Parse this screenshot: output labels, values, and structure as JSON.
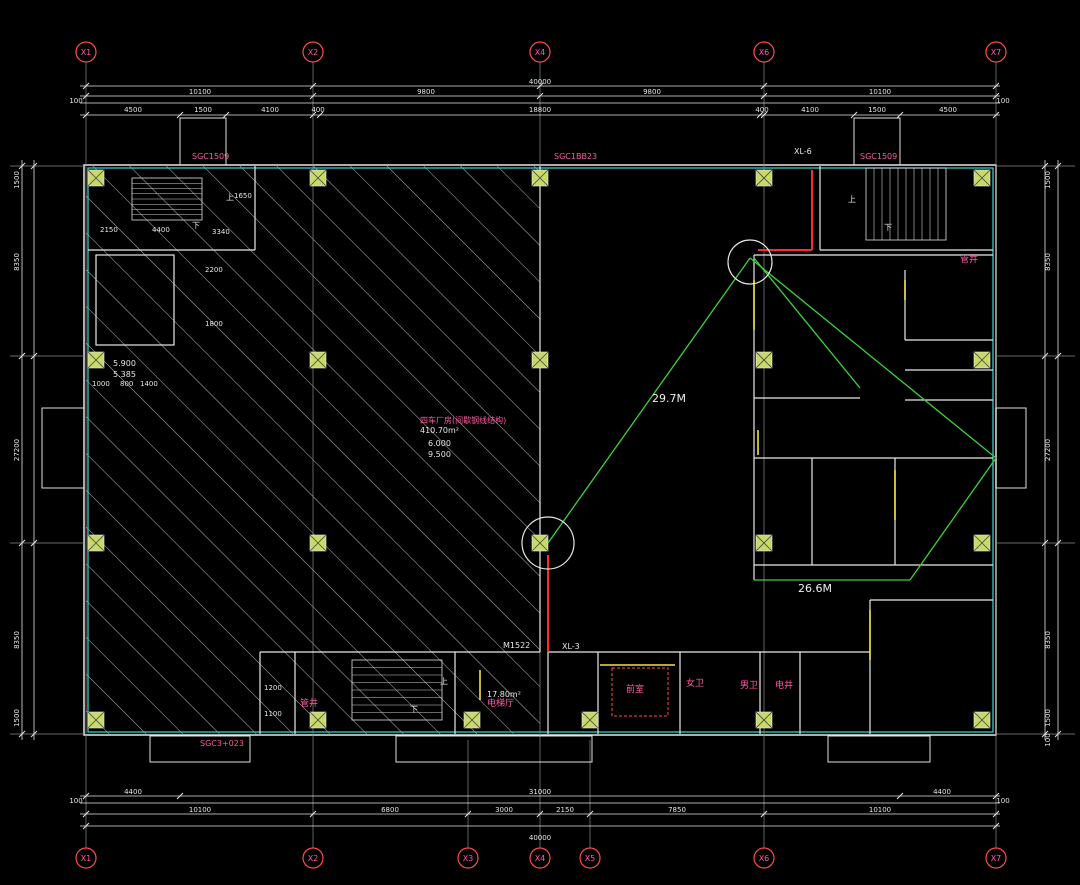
{
  "axes": {
    "top": [
      "X1",
      "X2",
      "X4",
      "X6",
      "X7"
    ],
    "bottom": [
      "X1",
      "X2",
      "X3",
      "X4",
      "X5",
      "X6",
      "X7"
    ]
  },
  "dims_top": {
    "overall": "40000",
    "row1": [
      "10100",
      "9800",
      "9800",
      "10100"
    ],
    "row2": [
      "4500",
      "1500",
      "4100",
      "400",
      "18800",
      "400",
      "4100",
      "1500",
      "4500"
    ],
    "edge": "100"
  },
  "dims_bottom": {
    "row1": [
      "4400",
      "31000",
      "4400"
    ],
    "row2": [
      "10100",
      "6800",
      "3000",
      "2150",
      "7850",
      "10100"
    ],
    "overall": "40000",
    "edge": "100"
  },
  "dims_left": [
    "1500",
    "8350",
    "27200",
    "8350",
    "1500"
  ],
  "dims_right": [
    "1500",
    "8350",
    "27200",
    "8350",
    "1500",
    "100"
  ],
  "labels": {
    "win_top_left": "SGC1509",
    "win_top_mid": "SGC1BB23",
    "win_top_right": "SGC1509",
    "win_bottom": "SGC3+023",
    "xl6": "XL-6",
    "xl3": "XL-3",
    "door_m1": "M1522",
    "hall_name": "四车厂房(间歇钢线结构)",
    "hall_area": "410.70m²",
    "hall_elev1": "6.000",
    "hall_elev2": "9.500",
    "lift_hall": "电梯厅",
    "lift_area": "17.80m²",
    "shaft": "前室",
    "well": "管井",
    "female_wc": "女卫",
    "male_wc": "男卫",
    "elec_well": "电井",
    "up": "上",
    "down": "下",
    "elev_left1": "5.900",
    "elev_left2": "5.385",
    "small_dims": [
      "1650",
      "4400",
      "2150",
      "3340",
      "2200",
      "1800",
      "1000",
      "800",
      "1400",
      "1200",
      "1100"
    ]
  },
  "measurements": {
    "long": "29.7M",
    "short": "26.6M"
  }
}
